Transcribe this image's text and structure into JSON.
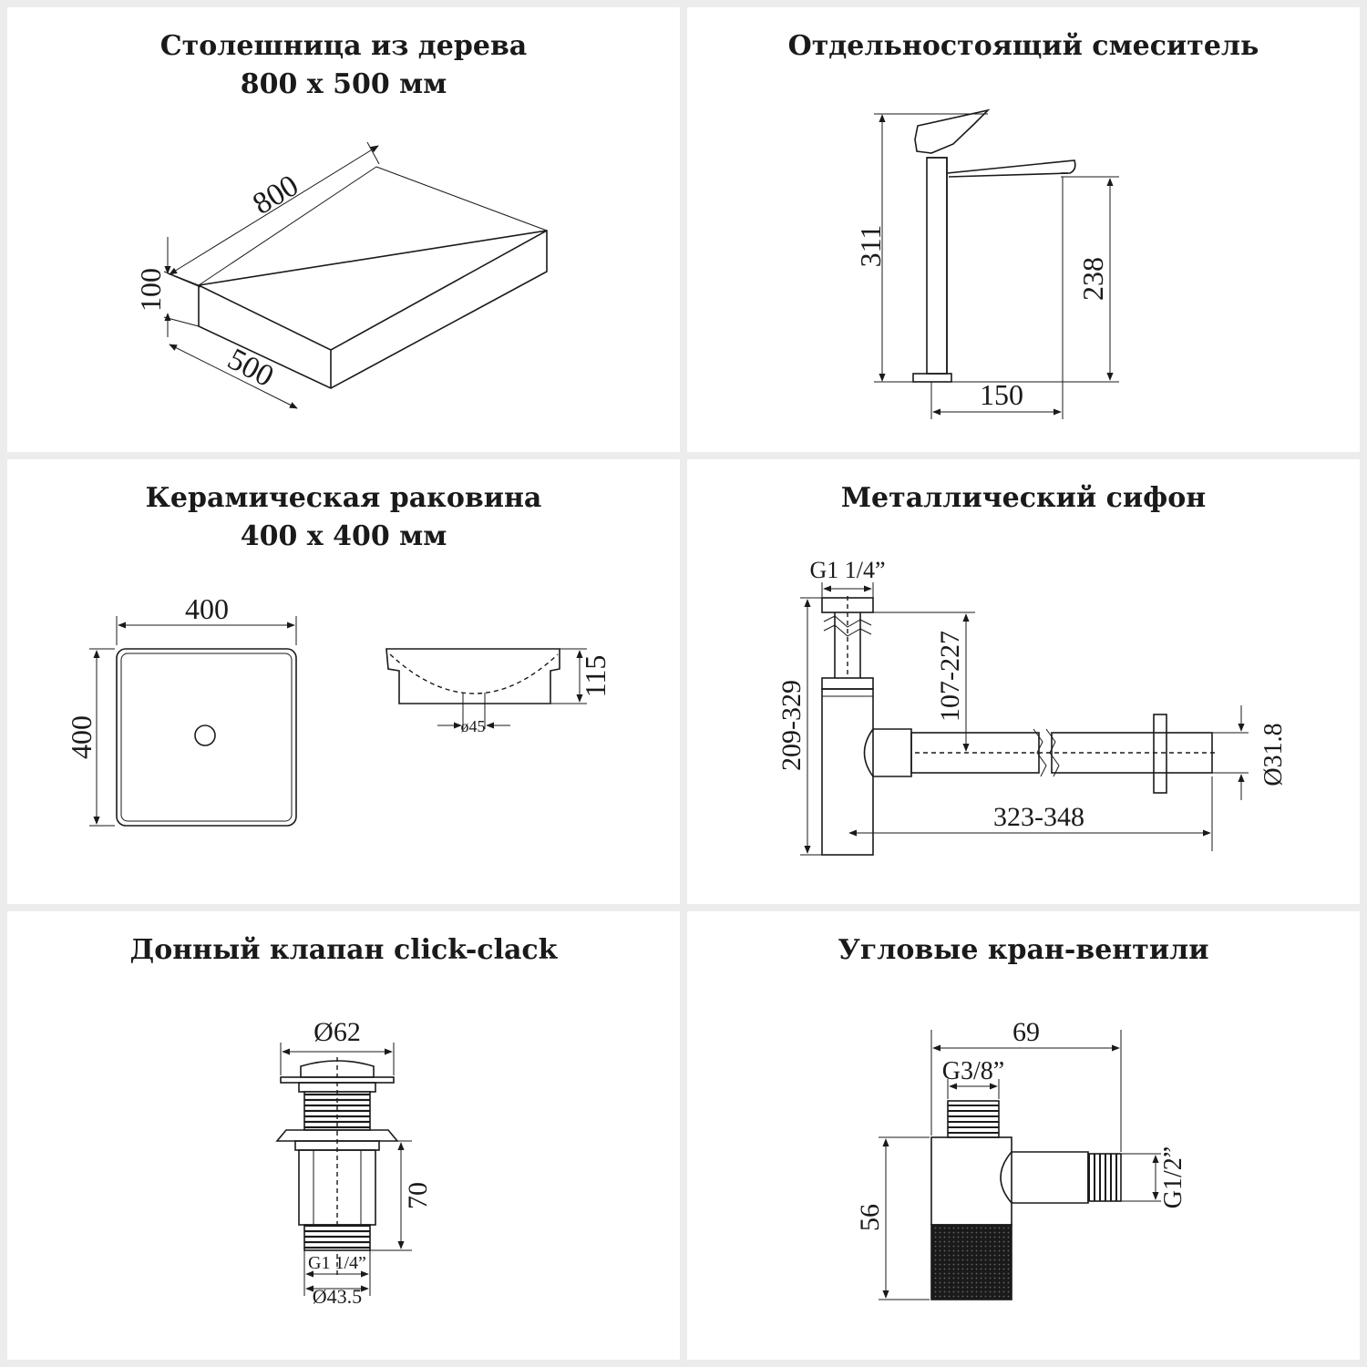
{
  "colors": {
    "background": "#ececec",
    "panel": "#ffffff",
    "ink": "#1a1a1a"
  },
  "panels": [
    {
      "title_line1": "Столешница из дерева",
      "title_line2": "800 x 500 мм",
      "dims": {
        "length": "800",
        "height": "100",
        "depth": "500"
      }
    },
    {
      "title_line1": "Отдельностоящий смеситель",
      "dims": {
        "total_height": "311",
        "spout_height": "238",
        "reach": "150"
      }
    },
    {
      "title_line1": "Керамическая раковина",
      "title_line2": "400 x 400 мм",
      "dims": {
        "width": "400",
        "length": "400",
        "height": "115",
        "drain": "ø45"
      }
    },
    {
      "title_line1": "Металлический сифон",
      "dims": {
        "thread": "G1 1/4”",
        "inlet_height": "107-227",
        "total_height": "209-329",
        "pipe_length": "323-348",
        "pipe_diameter": "Ø31.8"
      }
    },
    {
      "title_line1": "Донный клапан click-clack",
      "dims": {
        "cap_diameter": "Ø62",
        "body_length": "70",
        "thread": "G1 1/4”",
        "outlet_diameter": "Ø43.5"
      }
    },
    {
      "title_line1": "Угловые кран-вентили",
      "dims": {
        "length": "69",
        "inlet_thread": "G3/8”",
        "height": "56",
        "outlet_thread": "G1/2”"
      }
    }
  ]
}
